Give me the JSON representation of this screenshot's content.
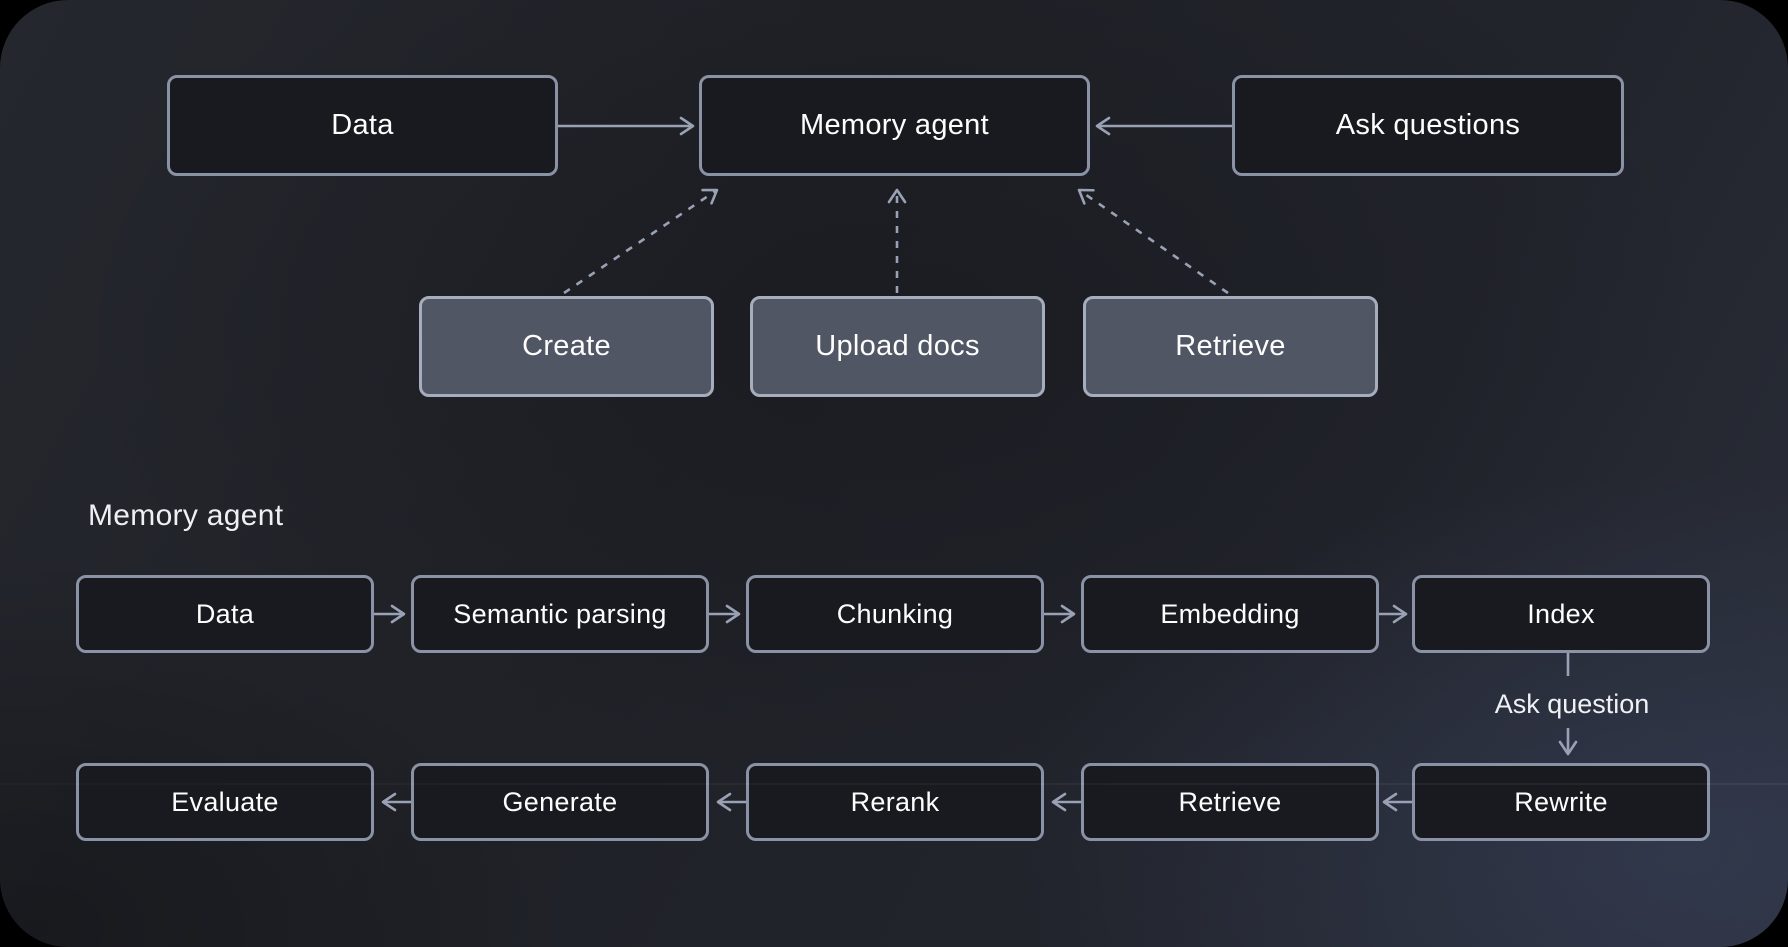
{
  "overview": {
    "nodes": {
      "data": "Data",
      "memory_agent": "Memory agent",
      "ask_questions": "Ask questions",
      "create": "Create",
      "upload_docs": "Upload docs",
      "retrieve": "Retrieve"
    },
    "edges": [
      {
        "from": "Data",
        "to": "Memory agent",
        "style": "solid"
      },
      {
        "from": "Ask questions",
        "to": "Memory agent",
        "style": "solid"
      },
      {
        "from": "Create",
        "to": "Memory agent",
        "style": "dashed"
      },
      {
        "from": "Upload docs",
        "to": "Memory agent",
        "style": "dashed"
      },
      {
        "from": "Retrieve",
        "to": "Memory agent",
        "style": "dashed"
      }
    ]
  },
  "detail": {
    "section_title": "Memory agent",
    "row1": [
      "Data",
      "Semantic parsing",
      "Chunking",
      "Embedding",
      "Index"
    ],
    "row2": [
      "Evaluate",
      "Generate",
      "Rerank",
      "Retrieve",
      "Rewrite"
    ],
    "edge_label": "Ask question",
    "edges": [
      {
        "from": "Data",
        "to": "Semantic parsing",
        "style": "solid"
      },
      {
        "from": "Semantic parsing",
        "to": "Chunking",
        "style": "solid"
      },
      {
        "from": "Chunking",
        "to": "Embedding",
        "style": "solid"
      },
      {
        "from": "Embedding",
        "to": "Index",
        "style": "solid"
      },
      {
        "from": "Index",
        "to": "Rewrite",
        "style": "solid",
        "label": "Ask question"
      },
      {
        "from": "Rewrite",
        "to": "Retrieve",
        "style": "solid"
      },
      {
        "from": "Retrieve",
        "to": "Rerank",
        "style": "solid"
      },
      {
        "from": "Rerank",
        "to": "Generate",
        "style": "solid"
      },
      {
        "from": "Generate",
        "to": "Evaluate",
        "style": "solid"
      }
    ]
  },
  "colors": {
    "background_outer": "#000000",
    "canvas_dark": "#202228",
    "canvas_light_corner": "#2a2e39",
    "node_dark_fill": "#191a1f",
    "node_dark_border": "#8a92a5",
    "node_gray_fill": "#505663",
    "node_gray_border": "#a6aebd",
    "arrow": "#99a1b4",
    "text": "#fdfdfe"
  }
}
